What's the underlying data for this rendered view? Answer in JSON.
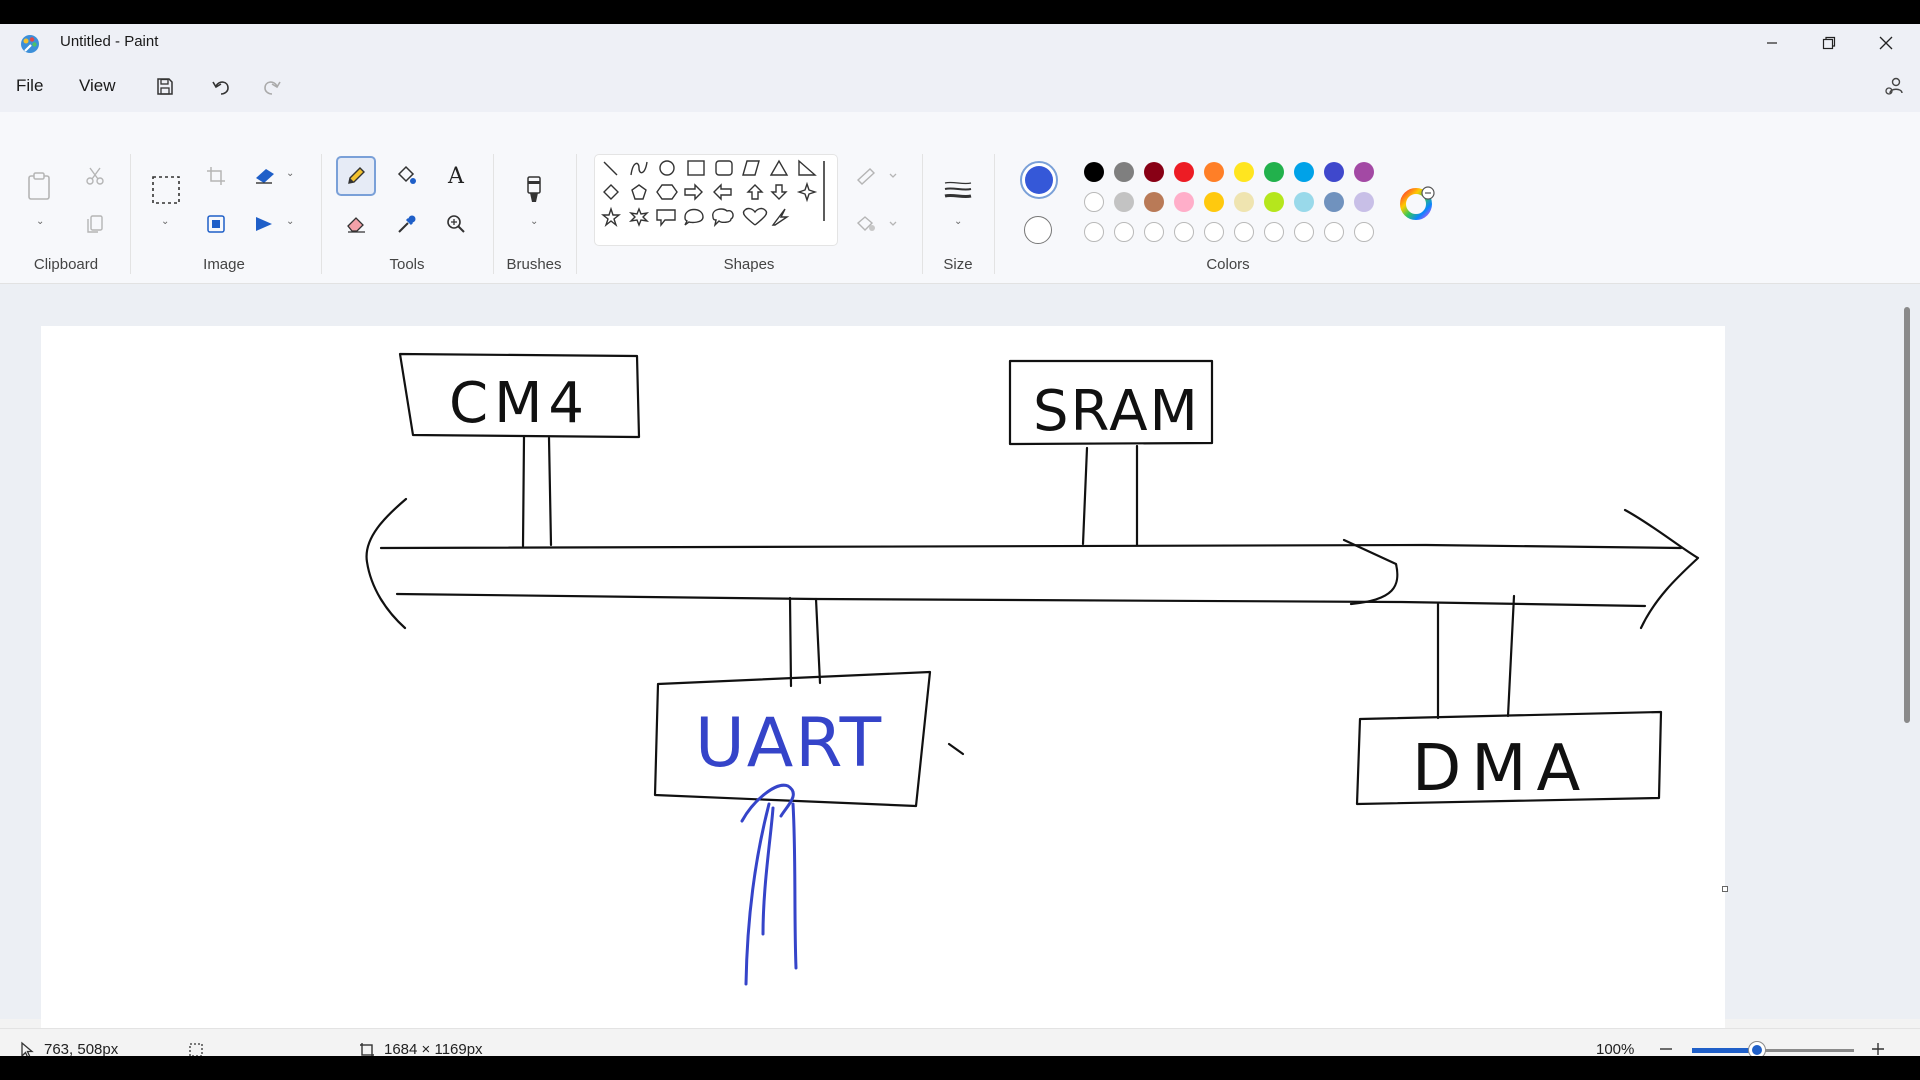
{
  "window": {
    "title": "Untitled - Paint"
  },
  "menu": {
    "file": "File",
    "view": "View"
  },
  "ribbon": {
    "groups": {
      "clipboard": "Clipboard",
      "image": "Image",
      "tools": "Tools",
      "brushes": "Brushes",
      "shapes": "Shapes",
      "size": "Size",
      "colors": "Colors"
    },
    "text_tool_glyph": "A",
    "primary_color": "#3558d8",
    "secondary_color": "#ffffff",
    "palette_row1": [
      "#000000",
      "#7f7f7f",
      "#880015",
      "#ed1c24",
      "#ff7f27",
      "#ffe51f",
      "#22b14c",
      "#00a2e8",
      "#3f48cc",
      "#a349a4"
    ],
    "palette_row2": [
      "#ffffff",
      "#c3c3c3",
      "#b97a57",
      "#ffaec9",
      "#ffc90e",
      "#efe4b0",
      "#b5e61d",
      "#99d9ea",
      "#7092be",
      "#c8bfe7"
    ]
  },
  "drawing": {
    "labels": {
      "cm4": "CM4",
      "sram": "SRAM",
      "uart": "UART",
      "dma": "DMA"
    }
  },
  "status": {
    "cursor_position": "763, 508px",
    "canvas_size": "1684 × 1169px",
    "zoom": "100%",
    "zoom_level": 0.4
  }
}
